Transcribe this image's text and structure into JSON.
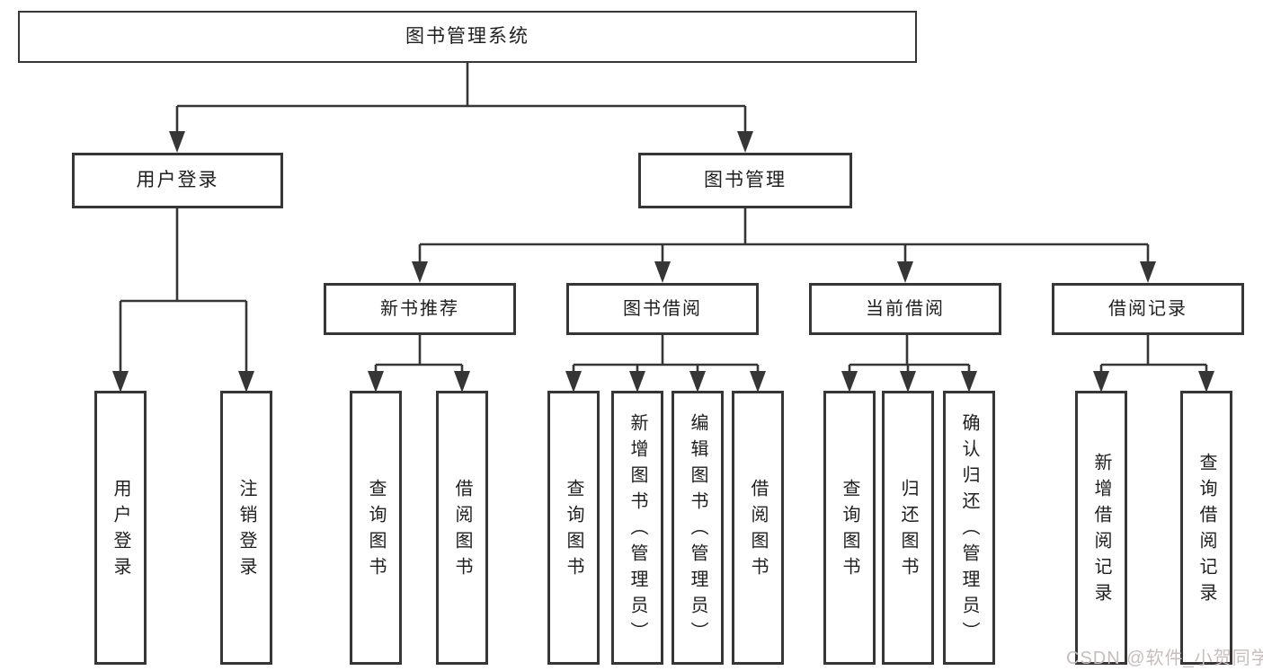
{
  "diagram": {
    "nodes": {
      "root": "图书管理系统",
      "level2": [
        "用户登录",
        "图书管理"
      ],
      "level3": [
        "新书推荐",
        "图书借阅",
        "当前借阅",
        "借阅记录"
      ],
      "leaves_user_login": [
        "用户登录",
        "注销登录"
      ],
      "leaves_new_book": [
        "查询图书",
        "借阅图书"
      ],
      "leaves_book_borrow": [
        "查询图书",
        "新增图书（管理员）",
        "编辑图书（管理员）",
        "借阅图书"
      ],
      "leaves_current_borrow": [
        "查询图书",
        "归还图书",
        "确认归还（管理员）"
      ],
      "leaves_records": [
        "新增借阅记录",
        "查询借阅记录"
      ]
    },
    "watermark": "CSDN @软件_小贺同学",
    "colors": {
      "line": "#363636",
      "text": "#1f1f1f",
      "background": "#ffffff",
      "watermark": "#c7bdbd"
    }
  }
}
